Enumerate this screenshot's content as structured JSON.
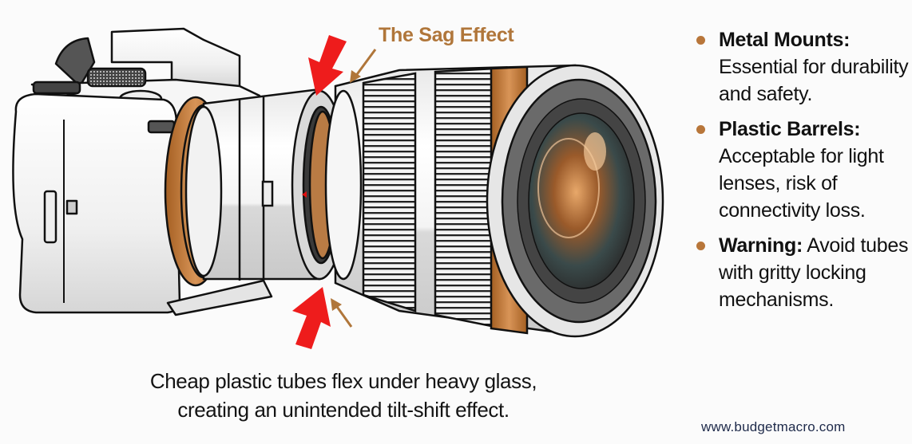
{
  "diagram": {
    "callout_title": "The Sag Effect",
    "caption_lines": [
      "Cheap plastic tubes flex under heavy glass,",
      "creating an unintended tilt-shift effect."
    ],
    "colors": {
      "accent_copper": "#b8763a",
      "arrow_red": "#ee1c1c",
      "arrow_brown": "#b0763a",
      "text": "#111111",
      "url_text": "#1e2a4a"
    },
    "parts": [
      "camera-body",
      "extension-tube",
      "lens-mount",
      "lens-barrel",
      "front-element"
    ]
  },
  "bullets": [
    {
      "heading": "Metal Mounts:",
      "body": "Essential for durability and safety."
    },
    {
      "heading": "Plastic Barrels:",
      "body": "Acceptable for light lenses, risk of connectivity loss."
    },
    {
      "heading": "Warning:",
      "body": "Avoid tubes with gritty locking mechanisms."
    }
  ],
  "footer": {
    "url": "www.budgetmacro.com"
  }
}
